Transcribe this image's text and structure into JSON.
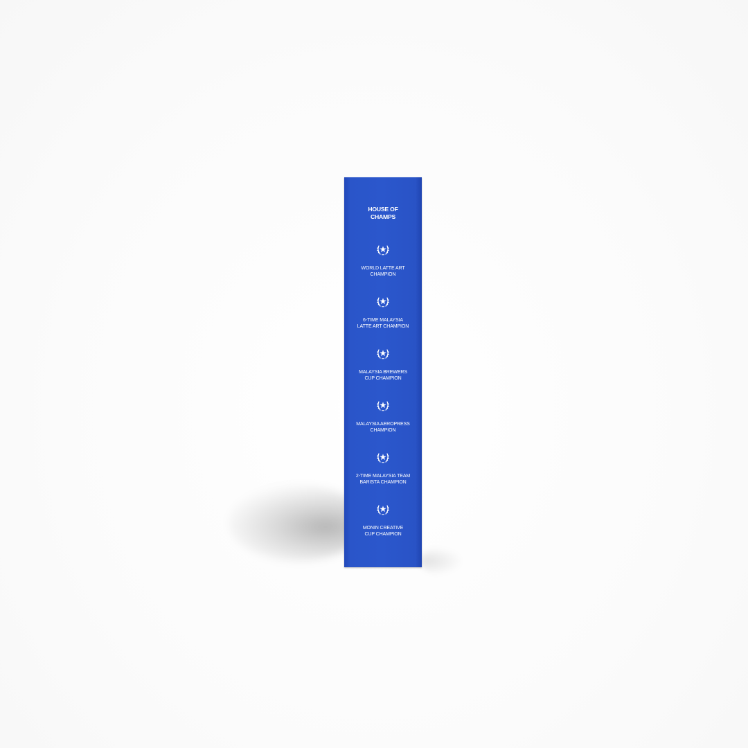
{
  "product": {
    "title": "HOUSE OF\nCHAMPS",
    "awards": [
      {
        "label": "WORLD LATTE ART\nCHAMPION",
        "icon": "laurel-star-icon"
      },
      {
        "label": "6-TIME MALAYSIA\nLATTE ART CHAMPION",
        "icon": "laurel-star-icon"
      },
      {
        "label": "MALAYSIA BREWERS\nCUP CHAMPION",
        "icon": "laurel-star-icon"
      },
      {
        "label": "MALAYSIA AEROPRESS\nCHAMPION",
        "icon": "laurel-star-icon"
      },
      {
        "label": "2-TIME MALAYSIA TEAM\nBARISTA CHAMPION",
        "icon": "laurel-star-icon"
      },
      {
        "label": "MONIN CREATIVE\nCUP CHAMPION",
        "icon": "laurel-star-icon"
      }
    ],
    "colors": {
      "box": "#2b57cc",
      "text": "#ffffff",
      "background": "#ffffff"
    }
  }
}
